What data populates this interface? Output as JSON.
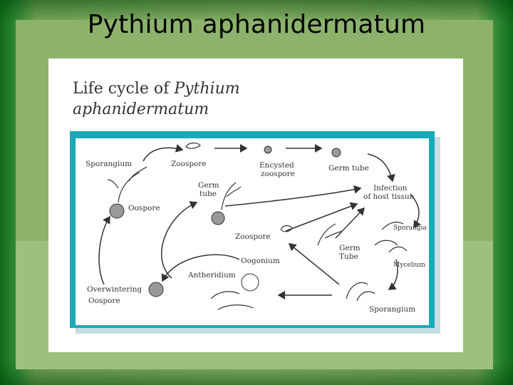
{
  "slide": {
    "title": "Pythium aphanidermatum"
  },
  "card": {
    "title_part1": "Life cycle of ",
    "title_italic": "Pythium",
    "title_line2": "aphanidermatum"
  },
  "diagram": {
    "labels": {
      "sporangium_top": "Sporangium",
      "zoospore_top": "Zoospore",
      "encysted": "Encysted",
      "encysted_2": "zoospore",
      "germ_tube_top": "Germ tube",
      "germ_tube_left": "Germ",
      "germ_tube_left_2": "tube",
      "infection": "Infection",
      "infection_2": "of host tissue",
      "oospore": "Oospore",
      "zoospore_mid": "Zoospore",
      "sporangia": "Sporangia",
      "germ_tube_mid": "Germ",
      "germ_tube_mid_2": "Tube",
      "mycelium": "Mycelium",
      "oogonium": "Oogonium",
      "antheridium": "Antheridium",
      "overwintering": "Overwintering",
      "overwintering_2": "Oospore",
      "sporangium_bottom": "Sporangium"
    },
    "colors": {
      "frame": "#1aa9b9",
      "ink": "#333333"
    }
  }
}
